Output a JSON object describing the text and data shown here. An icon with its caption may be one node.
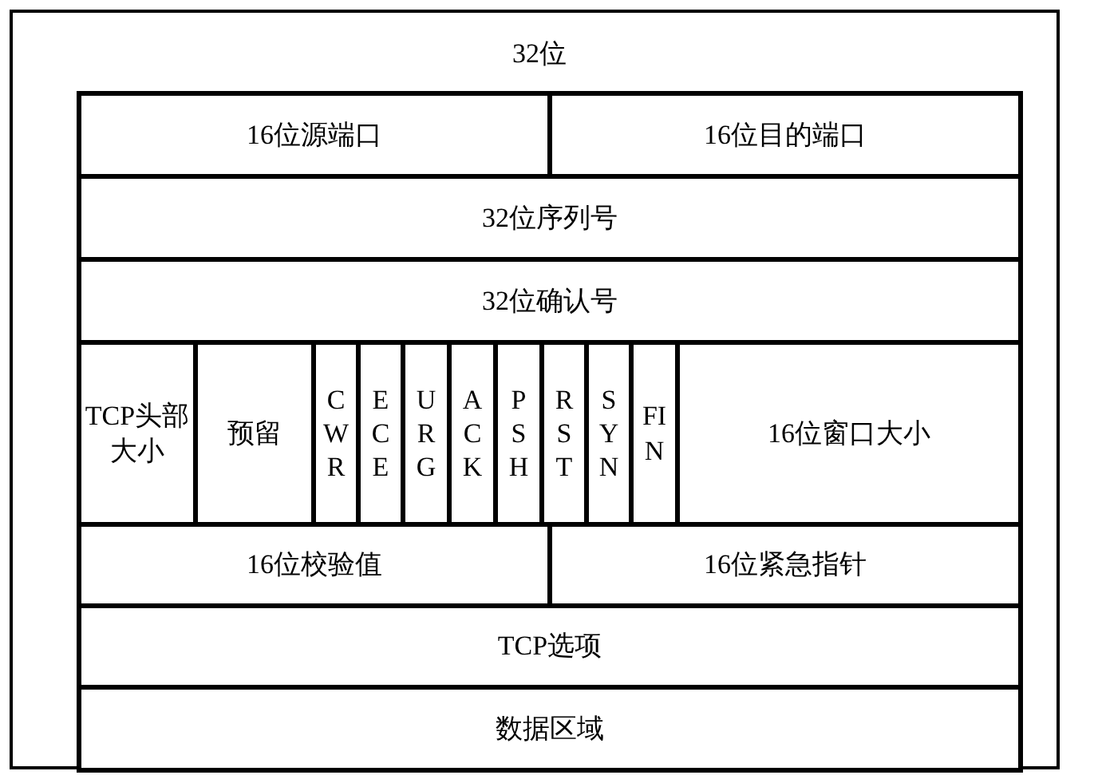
{
  "diagram": {
    "nodes": [
      {
        "text": [
          "32位"
        ]
      },
      {
        "text": [
          "16位源端口"
        ],
        "in": 0
      },
      {
        "text": [
          "16位目的端口"
        ],
        "in": 0
      },
      {
        "text": [
          "32位序列号"
        ],
        "in": 0
      },
      {
        "text": [
          "32位确认号"
        ],
        "in": 0
      },
      {
        "text": [
          "TCP头部大小"
        ],
        "in": 0
      },
      {
        "text": [
          "预留"
        ],
        "in": 0
      },
      {
        "text": [
          "CWR"
        ],
        "in": 0
      },
      {
        "text": [
          "ECE"
        ],
        "in": 0
      },
      {
        "text": [
          "URG"
        ],
        "in": 0
      },
      {
        "text": [
          "ACK"
        ],
        "in": 0
      },
      {
        "text": [
          "PSH"
        ],
        "in": 0
      },
      {
        "text": [
          "RST"
        ],
        "in": 0
      },
      {
        "text": [
          "SYN"
        ],
        "in": 0
      },
      {
        "text": [
          "FIN"
        ],
        "in": 0
      },
      {
        "text": [
          "16位窗口大小"
        ],
        "in": 0
      },
      {
        "text": [
          "16位校验值"
        ],
        "in": 0
      },
      {
        "text": [
          "16位紧急指针"
        ],
        "in": 0
      },
      {
        "text": [
          "TCP选项"
        ],
        "in": 0
      },
      {
        "text": [
          "数据区域"
        ],
        "in": 0
      }
    ]
  }
}
